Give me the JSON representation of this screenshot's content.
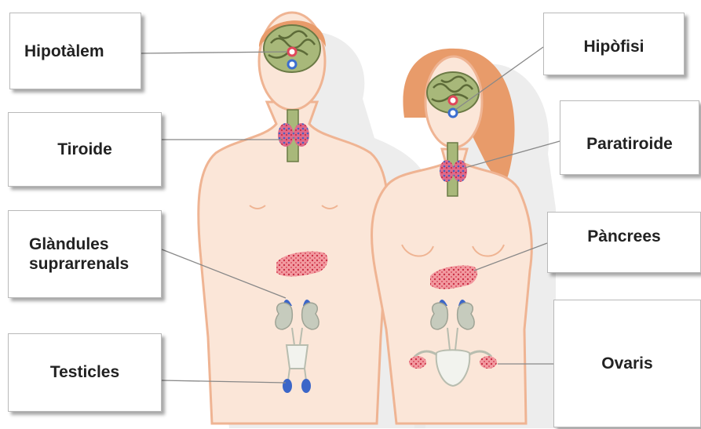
{
  "labels": {
    "hipotalem": "Hipotàlem",
    "tiroide": "Tiroide",
    "glandules_line1": "Glàndules",
    "glandules_line2": "suprarrenals",
    "testicles": "Testicles",
    "hipofisi": "Hipòfisi",
    "paratiroide": "Paratiroide",
    "pancrees": "Pàncrees",
    "ovaris": "Ovaris"
  },
  "colors": {
    "skin": "#fbe6d8",
    "skin_outline": "#efb493",
    "hair": "#e89b6a",
    "brain": "#a8b87a",
    "gland_red": "#e0475a",
    "gland_blue": "#3b6ed0",
    "pancreas": "#e8707a",
    "kidney": "#c6cbbd",
    "adrenal": "#3c66c8",
    "leader_line": "#888888"
  }
}
